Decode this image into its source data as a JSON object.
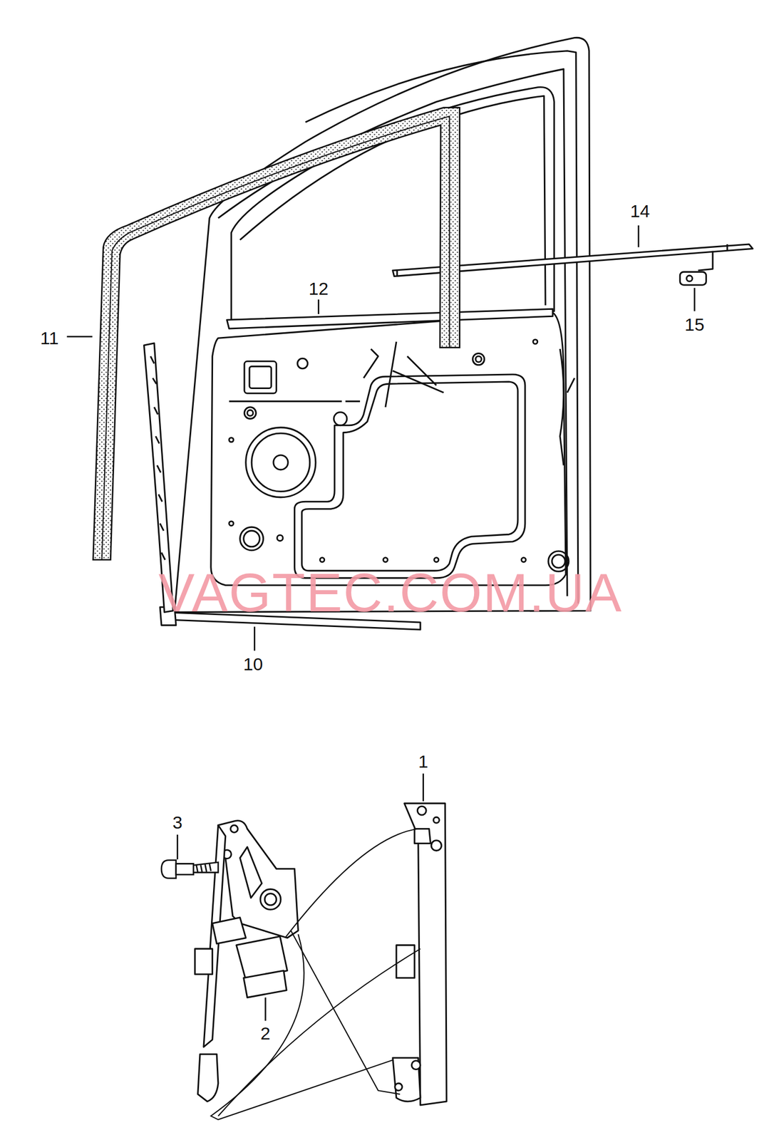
{
  "diagram": {
    "labels": [
      "14",
      "12",
      "11",
      "15",
      "10",
      "1",
      "3",
      "2",
      "VAGTEC.COM.UA"
    ]
  }
}
